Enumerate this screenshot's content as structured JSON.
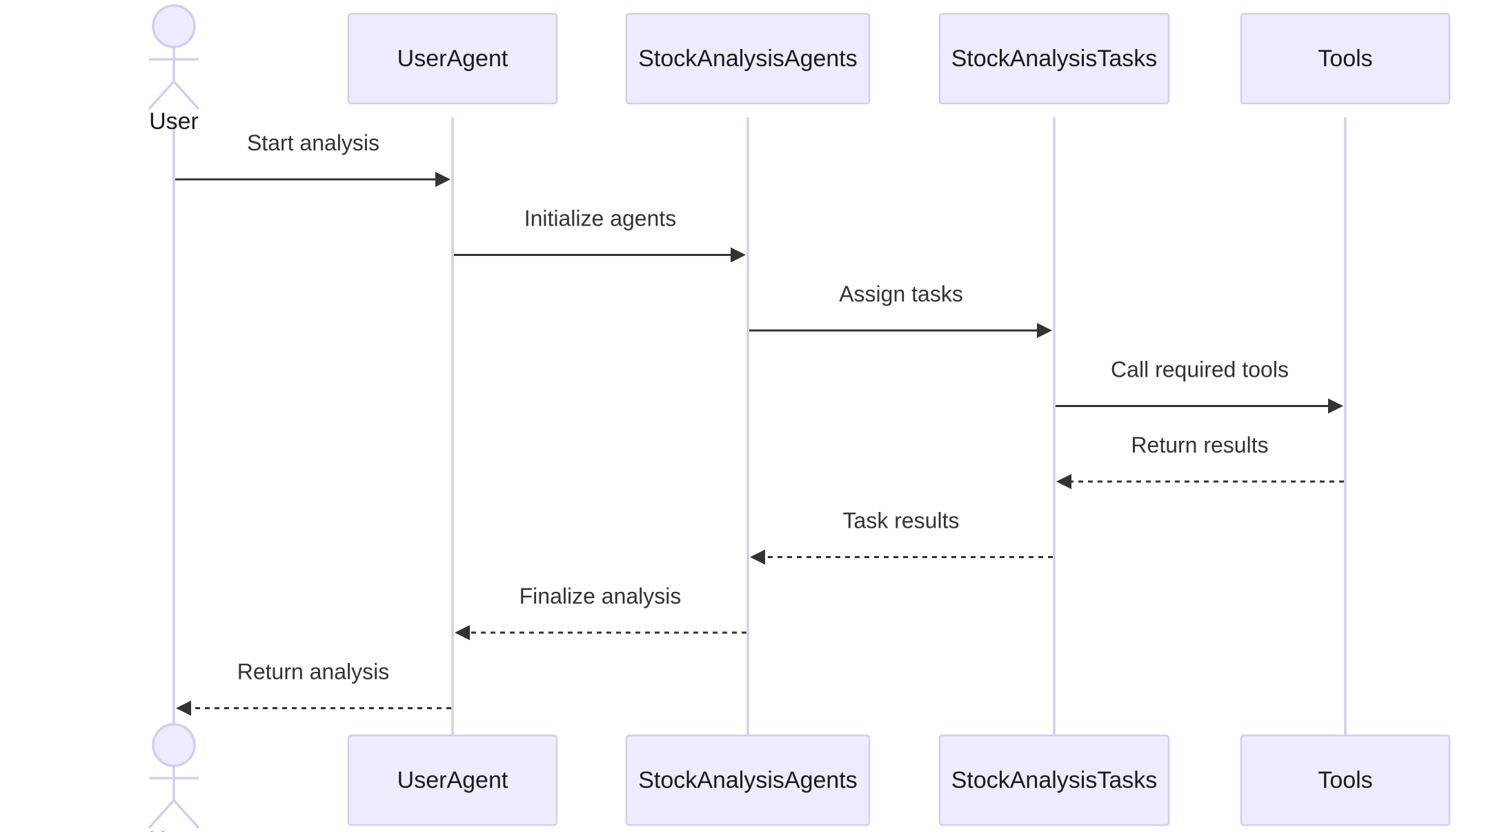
{
  "participants": [
    {
      "id": "user",
      "label": "User",
      "kind": "actor"
    },
    {
      "id": "useragent",
      "label": "UserAgent",
      "kind": "participant"
    },
    {
      "id": "stockanalysisagents",
      "label": "StockAnalysisAgents",
      "kind": "participant"
    },
    {
      "id": "stockanalysistasks",
      "label": "StockAnalysisTasks",
      "kind": "participant"
    },
    {
      "id": "tools",
      "label": "Tools",
      "kind": "participant"
    }
  ],
  "messages": [
    {
      "from": "user",
      "to": "useragent",
      "label": "Start analysis",
      "style": "solid"
    },
    {
      "from": "useragent",
      "to": "stockanalysisagents",
      "label": "Initialize agents",
      "style": "solid"
    },
    {
      "from": "stockanalysisagents",
      "to": "stockanalysistasks",
      "label": "Assign tasks",
      "style": "solid"
    },
    {
      "from": "stockanalysistasks",
      "to": "tools",
      "label": "Call required tools",
      "style": "solid"
    },
    {
      "from": "tools",
      "to": "stockanalysistasks",
      "label": "Return results",
      "style": "dashed"
    },
    {
      "from": "stockanalysistasks",
      "to": "stockanalysisagents",
      "label": "Task results",
      "style": "dashed"
    },
    {
      "from": "stockanalysisagents",
      "to": "useragent",
      "label": "Finalize analysis",
      "style": "dashed"
    },
    {
      "from": "useragent",
      "to": "user",
      "label": "Return analysis",
      "style": "dashed"
    }
  ],
  "colors": {
    "box_fill": "#ececfe",
    "box_stroke": "#d2cdf2",
    "lifeline": "#d3cde9",
    "message": "#333333"
  }
}
